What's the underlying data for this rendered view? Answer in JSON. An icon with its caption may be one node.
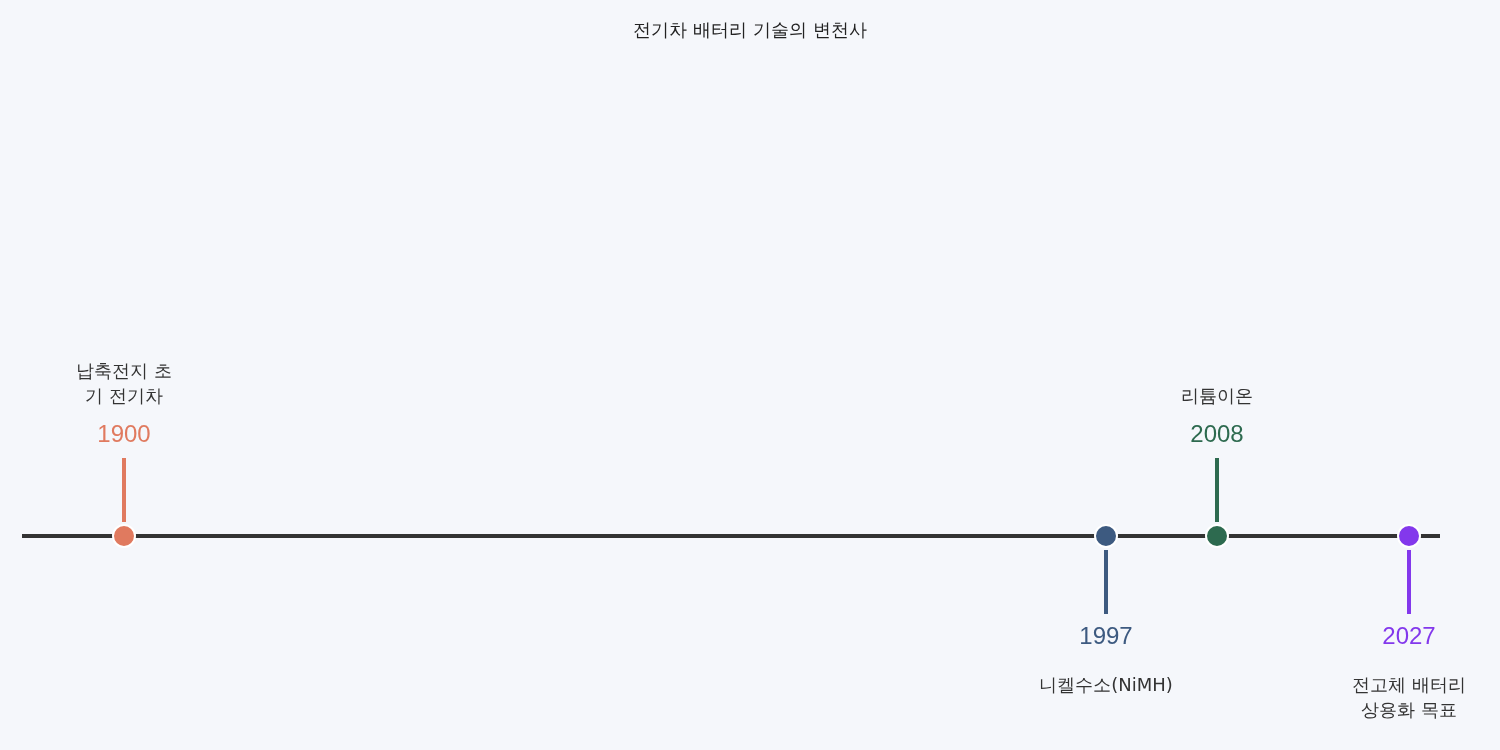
{
  "diagram": {
    "title": "전기차 배터리 기술의 변천사",
    "nodes": [
      {
        "text": [
          "납축전지 초기 전기차",
          "1900"
        ]
      },
      {
        "text": [
          "1997",
          "니켈수소(NiMH)"
        ]
      },
      {
        "text": [
          "리튬이온",
          "2008"
        ]
      },
      {
        "text": [
          "2027",
          "전고체 배터리 상용화 목표"
        ]
      }
    ]
  }
}
